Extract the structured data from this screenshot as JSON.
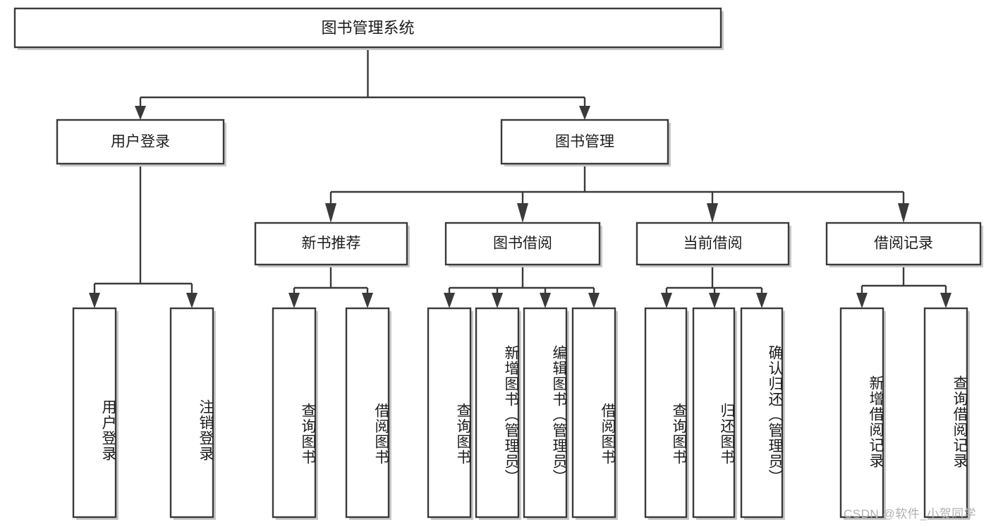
{
  "diagram": {
    "type": "tree",
    "title": "图书管理系统",
    "orientation": "top-down",
    "colors": {
      "box_stroke": "#3a3a3a",
      "box_fill": "#ffffff",
      "text": "#1c1c1c",
      "shadow": "#c9c9c9",
      "watermark": "#b0b0b0",
      "background": "#ffffff"
    },
    "root": {
      "label": "图书管理系统"
    },
    "level2": [
      {
        "label": "用户登录"
      },
      {
        "label": "图书管理"
      }
    ],
    "level3": [
      {
        "label": "新书推荐"
      },
      {
        "label": "图书借阅"
      },
      {
        "label": "当前借阅"
      },
      {
        "label": "借阅记录"
      }
    ],
    "leaves": {
      "user_login": [
        {
          "label": "用户登录"
        },
        {
          "label": "注销登录"
        }
      ],
      "new_book": [
        {
          "label": "查询图书"
        },
        {
          "label": "借阅图书"
        }
      ],
      "book_borrow": [
        {
          "label": "查询图书"
        },
        {
          "label": "新增图书（管理员）"
        },
        {
          "label": "编辑图书（管理员）"
        },
        {
          "label": "借阅图书"
        }
      ],
      "current_borrow": [
        {
          "label": "查询图书"
        },
        {
          "label": "归还图书"
        },
        {
          "label": "确认归还（管理员）"
        }
      ],
      "borrow_record": [
        {
          "label": "新增借阅记录"
        },
        {
          "label": "查询借阅记录"
        }
      ]
    },
    "watermark": "CSDN @软件_小贺同学"
  }
}
